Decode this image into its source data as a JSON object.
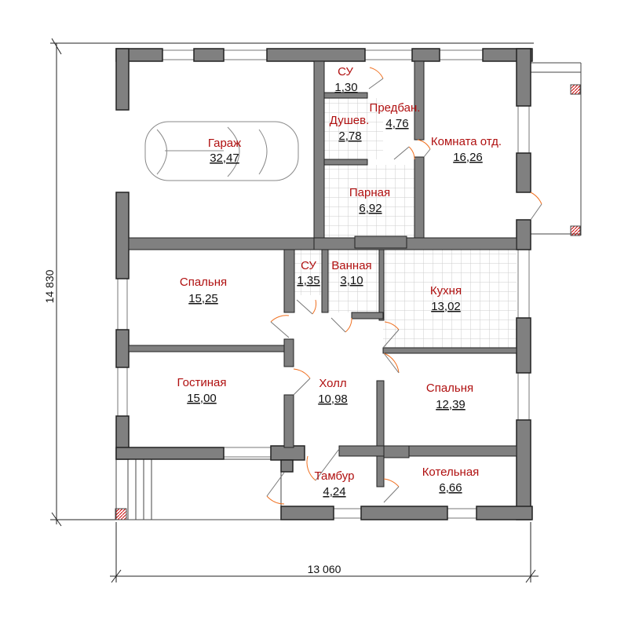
{
  "dimensions": {
    "height": "14 830",
    "width": "13 060"
  },
  "rooms": [
    {
      "name": "СУ",
      "area": "1,30"
    },
    {
      "name": "Предбан.",
      "area": "4,76"
    },
    {
      "name": "Душев.",
      "area": "2,78"
    },
    {
      "name": "Комната отд.",
      "area": "16,26"
    },
    {
      "name": "Гараж",
      "area": "32,47"
    },
    {
      "name": "Парная",
      "area": "6,92"
    },
    {
      "name": "Спальня",
      "area": "15,25"
    },
    {
      "name": "СУ",
      "area": "1,35"
    },
    {
      "name": "Ванная",
      "area": "3,10"
    },
    {
      "name": "Кухня",
      "area": "13,02"
    },
    {
      "name": "Гостиная",
      "area": "15,00"
    },
    {
      "name": "Холл",
      "area": "10,98"
    },
    {
      "name": "Спальня",
      "area": "12,39"
    },
    {
      "name": "Тамбур",
      "area": "4,24"
    },
    {
      "name": "Котельная",
      "area": "6,66"
    }
  ],
  "colors": {
    "wall": "#808080",
    "room_label": "#b01010",
    "door_swing": "#f07020"
  }
}
